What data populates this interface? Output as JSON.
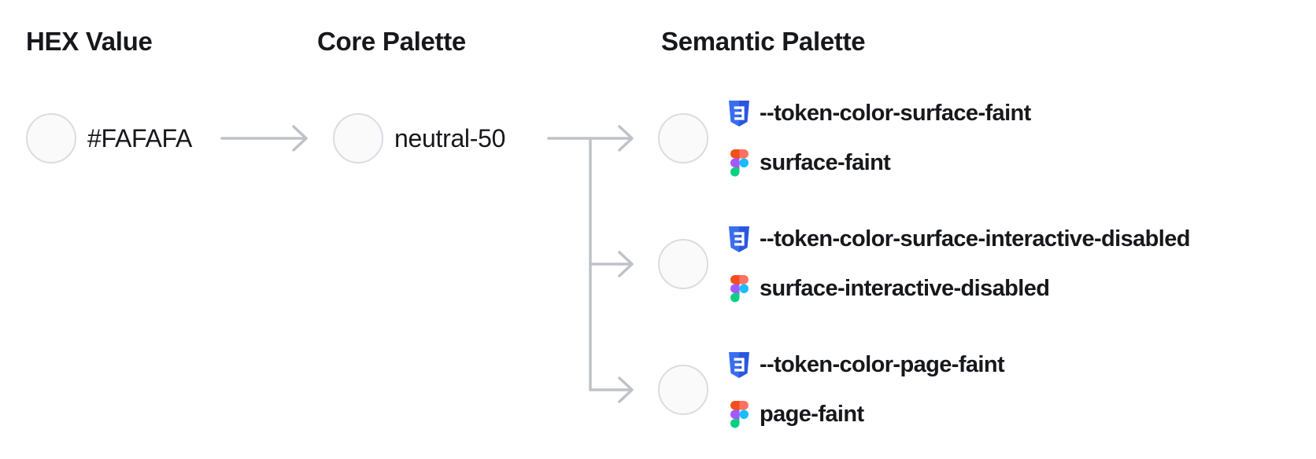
{
  "headers": {
    "hex": "HEX Value",
    "core": "Core Palette",
    "semantic": "Semantic Palette"
  },
  "hex": {
    "value": "#FAFAFA",
    "swatch": "#FAFAFA"
  },
  "core": {
    "name": "neutral-50",
    "swatch": "#FAFAFA"
  },
  "semantic": {
    "tokens": [
      {
        "css": "--token-color-surface-faint",
        "figma": "surface-faint",
        "swatch": "#FAFAFA"
      },
      {
        "css": "--token-color-surface-interactive-disabled",
        "figma": "surface-interactive-disabled",
        "swatch": "#FAFAFA"
      },
      {
        "css": "--token-color-page-faint",
        "figma": "page-faint",
        "swatch": "#FAFAFA"
      }
    ]
  },
  "icons": {
    "css": "css3-shield-icon",
    "figma": "figma-logo-icon"
  },
  "colors": {
    "text": "#17181c",
    "connector": "#bfc2c9",
    "swatch_border": "#dbdce1",
    "swatch_fill": "#fafafa",
    "css_shield_left": "#3a6ef0",
    "css_shield_right": "#2b57e0",
    "css_glyph": "#ffffff",
    "figma_orange": "#f24e1e",
    "figma_salmon": "#ff7262",
    "figma_purple": "#a259ff",
    "figma_blue": "#1abcfe",
    "figma_green": "#0acf83"
  }
}
